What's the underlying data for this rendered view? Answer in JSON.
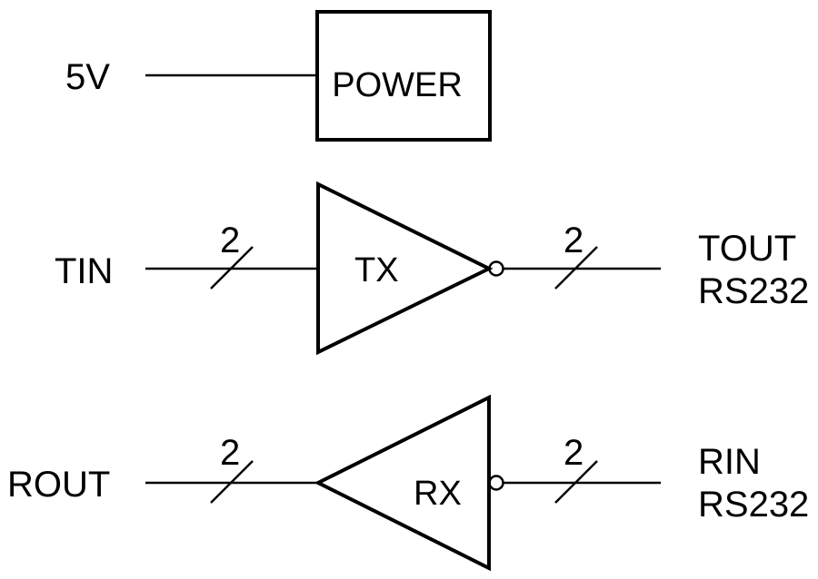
{
  "power": {
    "input_label": "5V",
    "block_label": "POWER"
  },
  "transmitter": {
    "input_label": "TIN",
    "block_label": "TX",
    "input_bus_width": "2",
    "output_bus_width": "2",
    "output_label_line1": "TOUT",
    "output_label_line2": "RS232"
  },
  "receiver": {
    "output_label": "ROUT",
    "block_label": "RX",
    "output_bus_width": "2",
    "input_bus_width": "2",
    "input_label_line1": "RIN",
    "input_label_line2": "RS232"
  }
}
